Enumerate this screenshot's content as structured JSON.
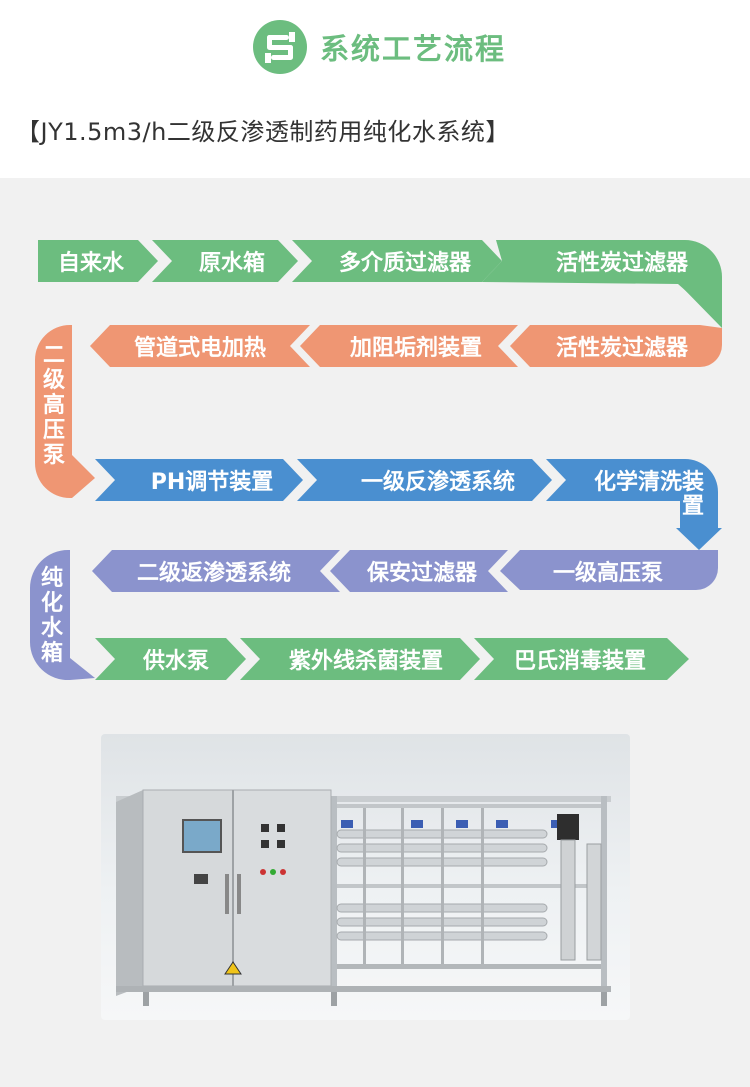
{
  "header": {
    "title": "系统工艺流程",
    "icon": "flow-icon"
  },
  "subtitle": "【JY1.5m3/h二级反渗透制药用纯化水系统】",
  "colors": {
    "green": "#6cbd7f",
    "orange": "#ef9673",
    "blue": "#4a8fd0",
    "purple": "#8b93cd",
    "background": "#f1f1f1"
  },
  "flow": {
    "row1": [
      "自来水",
      "原水箱",
      "多介质过滤器",
      "活性炭过滤器"
    ],
    "row2": [
      "活性炭过滤器",
      "加阻垢剂装置",
      "管道式电加热"
    ],
    "turn1": "二级高压泵",
    "row3": [
      "PH调节装置",
      "一级反渗透系统",
      "化学清洗装置"
    ],
    "row4": [
      "一级高压泵",
      "保安过滤器",
      "二级返渗透系统"
    ],
    "turn2": "纯化水箱",
    "row5": [
      "供水泵",
      "紫外线杀菌装置",
      "巴氏消毒装置"
    ]
  },
  "photo": {
    "subject": "stainless-steel RO water treatment equipment"
  }
}
